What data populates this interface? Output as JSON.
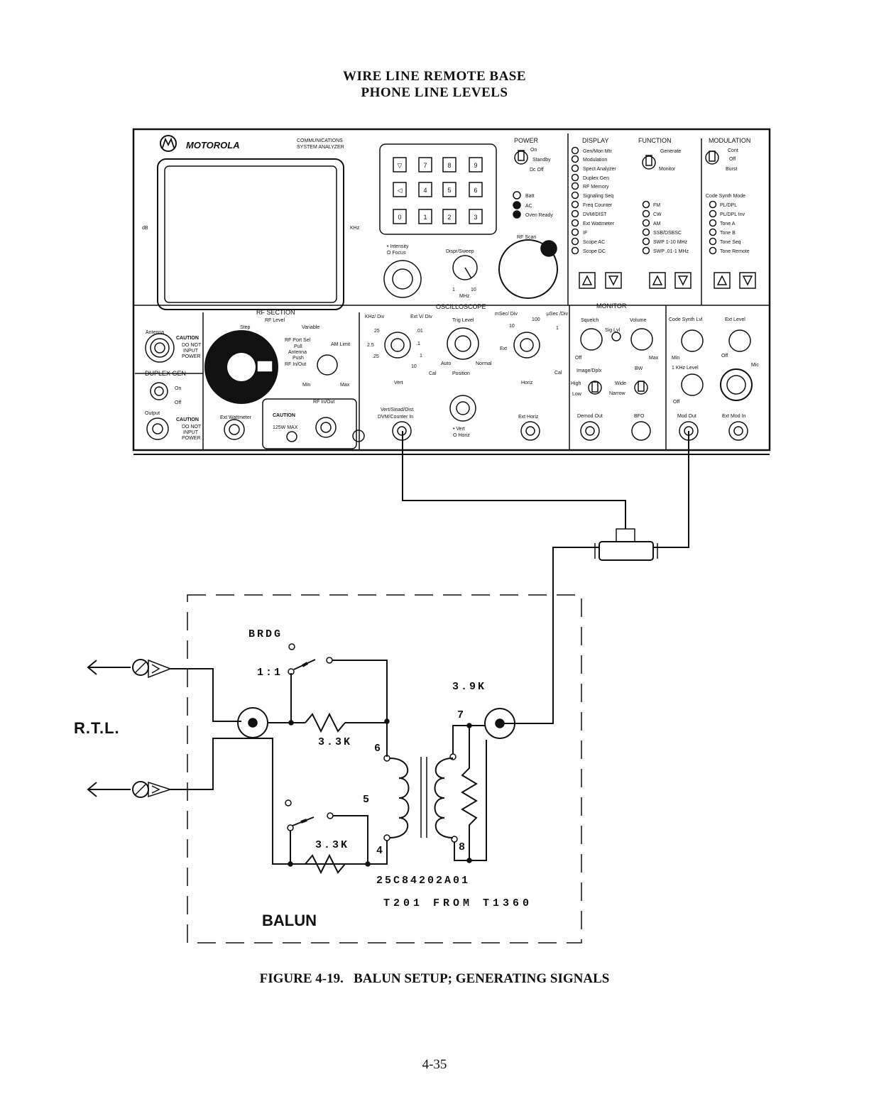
{
  "title": {
    "line1": "WIRE LINE REMOTE BASE",
    "line2": "PHONE LINE LEVELS"
  },
  "analyzer": {
    "brand": "MOTOROLA",
    "model_line1": "COMMUNICATIONS",
    "model_line2": "SYSTEM ANALYZER",
    "screen_left_label": "dB",
    "screen_right_label": "KHz",
    "keypad": [
      "▽",
      "7",
      "8",
      "9",
      "◁",
      "4",
      "5",
      "6",
      "0",
      "1",
      "2",
      "3"
    ],
    "power": {
      "header": "POWER",
      "on": "On",
      "standby": "Standby",
      "dc_off": "Dc Off"
    },
    "batt": "Batt",
    "ac": "AC",
    "oven_ready": "Oven Ready",
    "rf_scan": "RF Scan",
    "intensity": "• Intensity",
    "focus": "O Focus",
    "dispr_sweep": "Dispr/Sweep",
    "mhz_1": "1",
    "mhz_10": "10",
    "mhz": "MHz",
    "display": {
      "header": "DISPLAY",
      "items": [
        "Gen/Mon Mtr",
        "Modulation",
        "Spect Analyzer",
        "Duplex Gen",
        "RF Memory",
        "Signaling Seq",
        "Freq Counter",
        "DVM/DIST",
        "Ext Wattmeter",
        "IF",
        "Scope AC",
        "Scope DC"
      ]
    },
    "function": {
      "header": "FUNCTION",
      "generate": "Generate",
      "monitor": "Monitor",
      "items": [
        "FM",
        "CW",
        "AM",
        "SSB/DSBSC",
        "SWP 1-10 MHz",
        "SWP .01-1 MHz"
      ]
    },
    "modulation": {
      "header": "MODULATION",
      "cont": "Cont",
      "off": "Off",
      "burst": "Burst",
      "code_synth_mode": "Code Synth Mode",
      "items": [
        "PL/DPL",
        "PL/DPL Inv",
        "Tone A",
        "Tone B",
        "Tone Seq",
        "Tone Remote"
      ]
    },
    "rf_section": {
      "header": "RF SECTION",
      "rf_level": "RF Level",
      "step": "Step",
      "variable": "Variable",
      "port1": "RF Port Sel",
      "port2": "Pull",
      "port3": "Antenna",
      "port4": "Push",
      "port5": "RF In/Out",
      "am_limit": "AM Limit",
      "min": "Min",
      "max": "Max",
      "rf_in_out": "RF In/Out",
      "ext_wattmeter": "Ext Wattmeter",
      "caution": "CAUTION",
      "caution_125": "125W MAX"
    },
    "left": {
      "antenna": "Antenna",
      "caution": "CAUTION",
      "do_not": "DO NOT",
      "input": "INPUT",
      "power": "POWER",
      "duplex_gen": "DUPLEX GEN",
      "on": "On",
      "off": "Off",
      "output": "Output"
    },
    "oscilloscope": {
      "header": "OSCILLOSCOPE",
      "khz_div": "KHz/ Div",
      "ext_v_div": "Ext V/ Div",
      "trig_level": "Trig Level",
      "msec": "mSec/ Div",
      "usec": "μSec /Div",
      "v25": "25",
      "v2_5": "2.5",
      "v_25": ".25",
      "v_01": ".01",
      "v_1": ".1",
      "v1": "1",
      "v10": "10",
      "h10": "10",
      "h100": "100",
      "h1": "1",
      "ext": "Ext",
      "cal": "Cal",
      "auto": "Auto",
      "normal": "Normal",
      "position": "Position",
      "vert": "Vert",
      "horiz": "Horiz",
      "vert_sinad": "Vert/Sinad/Dist",
      "dvm": "DVM/Counter In",
      "pos_vert": "• Vert",
      "pos_horiz": "O Horiz",
      "ext_horiz": "Ext Horiz"
    },
    "monitor": {
      "header": "MONITOR",
      "squelch": "Squelch",
      "sig_lvl": "Sig Lvl",
      "volume": "Volume",
      "off": "Off",
      "max": "Max",
      "image_dplx": "Image/Dplx",
      "bw": "BW",
      "high": "High",
      "low": "Low",
      "wide": "Wide",
      "narrow": "Narrow",
      "demod_out": "Demod Out",
      "bfo": "BFO"
    },
    "gen": {
      "code_synth_lvl": "Code Synth Lvl",
      "ext_level": "Ext Level",
      "min": "Min",
      "off": "Off",
      "khz_level": "1 KHz Level",
      "mic": "Mic",
      "mod_out": "Mod Out",
      "ext_mod_in": "Ext Mod In"
    }
  },
  "balun": {
    "brdg": "BRDG",
    "ratio": "1:1",
    "r_top": "3.3K",
    "r_bottom": "3.3K",
    "r_right": "3.9K",
    "pin6": "6",
    "pin5": "5",
    "pin4": "4",
    "pin7": "7",
    "pin8": "8",
    "part_number": "25C84202A01",
    "transformer": "T201 FROM T1360",
    "label": "BALUN",
    "rtl": "R.T.L."
  },
  "caption": "FIGURE 4-19.   BALUN SETUP; GENERATING SIGNALS",
  "page_number": "4-35"
}
